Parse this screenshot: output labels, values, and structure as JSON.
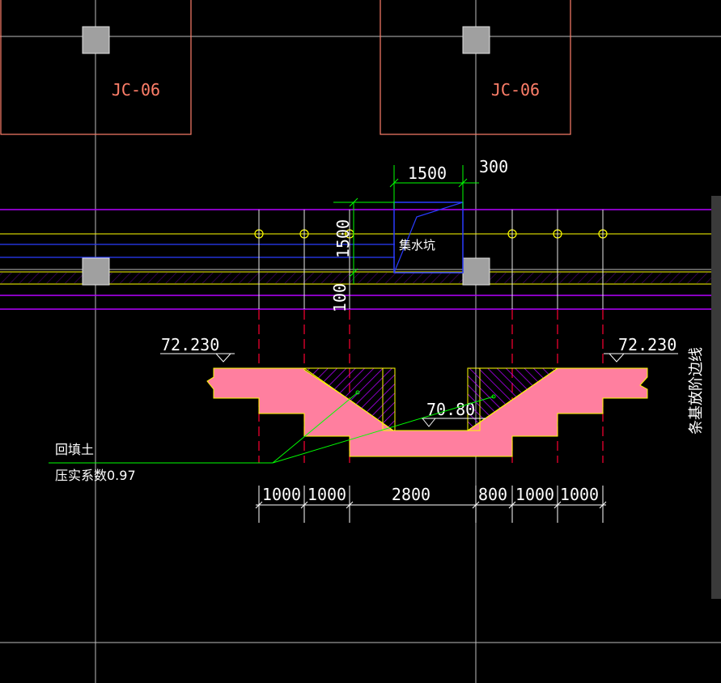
{
  "foundations": [
    {
      "label": "JC-06"
    },
    {
      "label": "JC-06"
    }
  ],
  "sump": {
    "label": "集水坑",
    "width_dim": "1500",
    "depth_dim": "1500",
    "offset_dim": "300",
    "wall_dim": "100"
  },
  "section": {
    "elev_left": "72.230",
    "elev_right": "72.230",
    "elev_bottom": "70.80",
    "fill_label": "回填土",
    "compaction_label": "压实系数0.97",
    "edge_label": "条基放阶边线",
    "dims": [
      "1000",
      "1000",
      "2800",
      "800",
      "1000",
      "1000"
    ]
  },
  "colors": {
    "background": "#000000",
    "grid": "#c8c8c8",
    "foundation": "#ff7f6a",
    "column": "#a0a0a0",
    "beam_magenta": "#b400ff",
    "beam_yellow": "#ffff00",
    "beam_blue": "#2a3cff",
    "dimension_green": "#00ff00",
    "fill_pink": "#ff7f9f",
    "hatch_purple": "#9600b4",
    "cut_red": "#ff0033",
    "text_white": "#ffffff"
  }
}
